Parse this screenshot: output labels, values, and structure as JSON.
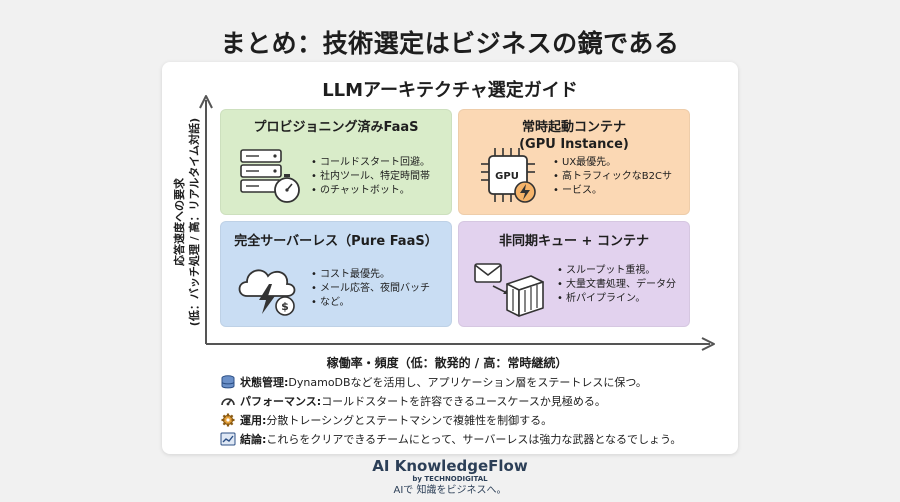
{
  "title": "まとめ：技術選定はビジネスの鏡である",
  "guide": {
    "title": "LLMアーキテクチャ選定ガイド",
    "y_axis_label": "応答速度への要求\n(低：バッチ処理 / 高：リアルタイム対話)",
    "x_axis_label": "稼働率・頻度（低：散発的 / 高：常時継続）",
    "quadrants": {
      "top_left": {
        "title": "プロビジョニング済みFaaS",
        "bullets": [
          "コールドスタート回避。",
          "社内ツール、特定時間帯",
          "のチャットボット。"
        ],
        "icon": "server-stopwatch-icon",
        "color": "#d9ecc9"
      },
      "top_right": {
        "title_line1": "常時起動コンテナ",
        "title_line2": "(GPU Instance)",
        "gpu_chip_label": "GPU",
        "bullets": [
          "UX最優先。",
          "高トラフィックなB2Cサ",
          "ービス。"
        ],
        "icon": "gpu-chip-icon",
        "color": "#fbd8b4"
      },
      "bottom_left": {
        "title": "完全サーバーレス（Pure FaaS）",
        "bullets": [
          "コスト最優先。",
          "メール応答、夜間バッチ",
          "など。"
        ],
        "icon": "cloud-lightning-coin-icon",
        "color": "#c9ddf3"
      },
      "bottom_right": {
        "title": "非同期キュー + コンテナ",
        "bullets": [
          "スループット重視。",
          "大量文書処理、データ分",
          "析パイプライン。"
        ],
        "icon": "mail-container-icon",
        "color": "#e2d2ee"
      }
    },
    "notes": [
      {
        "icon": "database-icon",
        "label": "状態管理:",
        "text": " DynamoDBなどを活用し、アプリケーション層をステートレスに保つ。"
      },
      {
        "icon": "speedometer-icon",
        "label": "パフォーマンス:",
        "text": " コールドスタートを許容できるユースケースか見極める。"
      },
      {
        "icon": "gear-icon",
        "label": "運用:",
        "text": " 分散トレーシングとステートマシンで複雑性を制御する。"
      },
      {
        "icon": "chart-icon",
        "label": "結論:",
        "text": " これらをクリアできるチームにとって、サーバーレスは強力な武器となるでしょう。"
      }
    ]
  },
  "brand": {
    "name": "AI KnowledgeFlow",
    "by": "by TECHNODIGITAL",
    "tagline": "AIで 知識をビジネスへ。"
  }
}
